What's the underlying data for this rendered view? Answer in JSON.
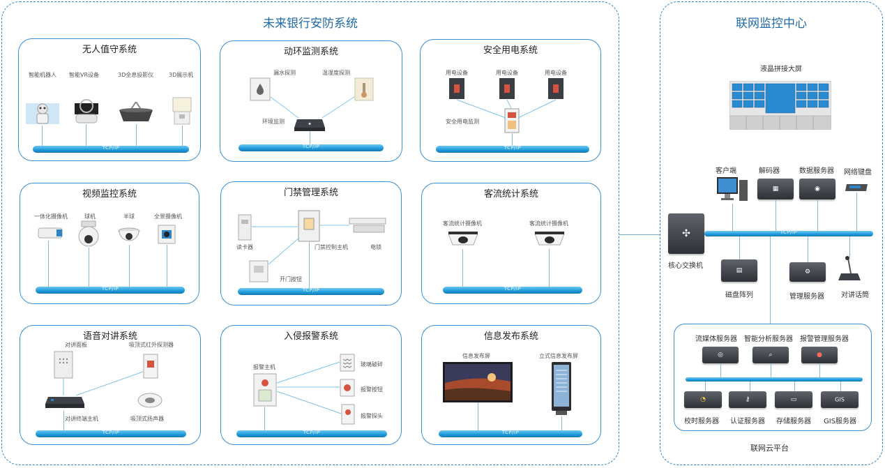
{
  "bank": {
    "title": "未来银行安防系统",
    "bus_label": "TCP/IP",
    "unmanned": {
      "title": "无人值守系统",
      "devices": [
        "智能机器人",
        "智能VR设备",
        "3D全息投影仪",
        "3D展示机"
      ]
    },
    "env_monitor": {
      "title": "动环监测系统",
      "devices": [
        "漏水探测",
        "温湿度探测",
        "环境监测"
      ]
    },
    "power_safety": {
      "title": "安全用电系统",
      "devices": [
        "用电设备",
        "用电设备",
        "用电设备",
        "安全用电监测"
      ]
    },
    "video": {
      "title": "视频监控系统",
      "devices": [
        "一体化摄像机",
        "球机",
        "半球",
        "全景摄像机"
      ]
    },
    "access": {
      "title": "门禁管理系统",
      "devices": [
        "读卡器",
        "门禁控制主机",
        "电锁",
        "开门按钮"
      ]
    },
    "passenger": {
      "title": "客流统计系统",
      "devices": [
        "客流统计摄像机",
        "客流统计摄像机"
      ]
    },
    "intercom": {
      "title": "语音对讲系统",
      "devices": [
        "对讲面板",
        "吸顶式红外探测器",
        "对讲终端主机",
        "吸顶式扬声器"
      ]
    },
    "intrusion": {
      "title": "入侵报警系统",
      "devices": [
        "报警主机",
        "玻璃破碎",
        "报警按钮",
        "报警探头"
      ]
    },
    "info": {
      "title": "信息发布系统",
      "devices": [
        "信息发布屏",
        "立式信息发布屏"
      ]
    }
  },
  "center": {
    "title": "联网监控中心",
    "wall_label": "液晶拼接大屏",
    "top_row": [
      "客户端",
      "解码器",
      "数据服务器",
      "网络键盘"
    ],
    "core_switch": "核心交换机",
    "bus_label": "TCP/IP",
    "bottom_row": [
      "磁盘阵列",
      "管理服务器",
      "对讲话筒"
    ],
    "cloud": {
      "title": "联网云平台",
      "row1": [
        "流媒体服务器",
        "智能分析服务器",
        "报警管理服务器"
      ],
      "row2": [
        "校时服务器",
        "认证服务器",
        "存储服务器",
        "GIS服务器"
      ],
      "gis_badge": "GIS"
    }
  },
  "colors": {
    "accent": "#2f84c8",
    "bus": "#1e9ad8",
    "server": "#3a3d42"
  }
}
